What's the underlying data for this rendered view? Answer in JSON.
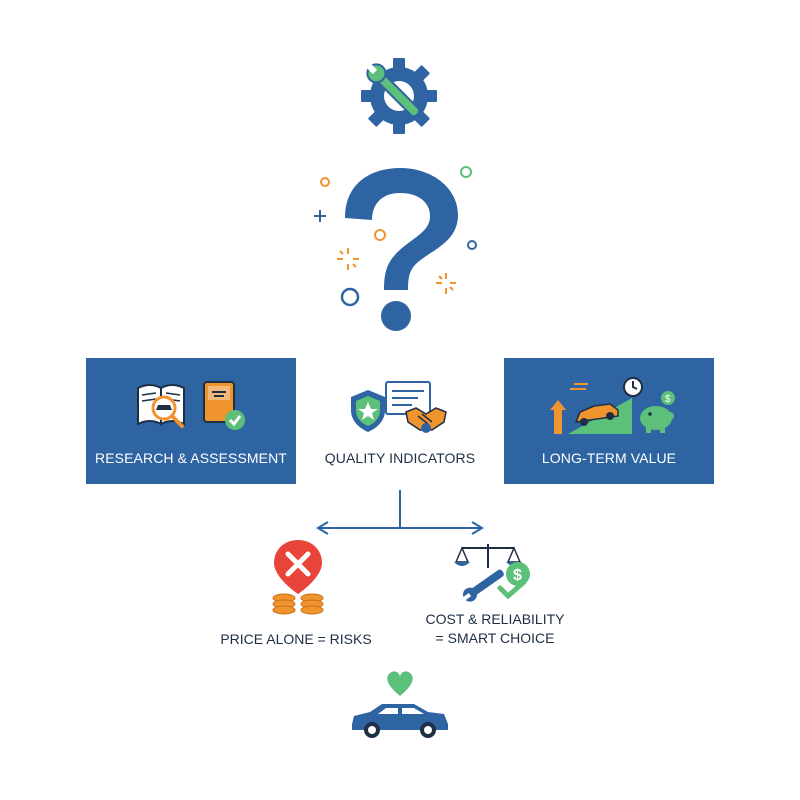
{
  "panels": {
    "left_label": "RESEARCH & ASSESSMENT",
    "middle_label": "QUALITY INDICATORS",
    "right_label": "LONG-TERM VALUE"
  },
  "outcomes": {
    "left_caption": "PRICE ALONE = RISKS",
    "right_caption_line1": "COST & RELIABILITY",
    "right_caption_line2": "= SMART CHOICE"
  },
  "icons": {
    "top": "gear-wrench-icon",
    "question": "question-mark-icon",
    "research": [
      "book-magnifier-car-icon",
      "manual-checkmark-icon"
    ],
    "quality": [
      "shield-star-icon",
      "certificate-icon",
      "handshake-icon"
    ],
    "value": [
      "upward-arrow-car-icon",
      "clock-icon",
      "piggy-bank-icon"
    ],
    "left_outcome": "warning-pin-coins-icon",
    "right_outcome": "scale-wrench-dollar-icon",
    "bottom": "heart-car-icon"
  },
  "colors": {
    "blue": "#2f64a3",
    "green": "#5cbf7a",
    "orange": "#f0942e",
    "red": "#e8443a",
    "dark_text": "#1e2e45"
  }
}
